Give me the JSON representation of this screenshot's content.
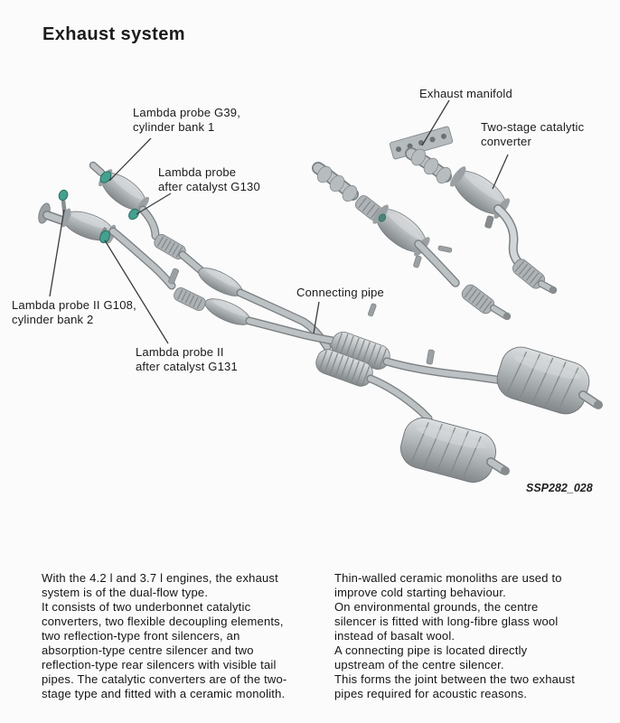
{
  "page": {
    "title": "Exhaust system"
  },
  "figure": {
    "ref": "SSP282_028",
    "labels": {
      "g39": "Lambda probe G39,\ncylinder bank 1",
      "manifold": "Exhaust manifold",
      "two_stage": "Two-stage catalytic\nconverter",
      "g130": "Lambda probe\nafter catalyst G130",
      "g108": "Lambda probe II G108,\ncylinder bank 2",
      "g131": "Lambda probe II\nafter catalyst G131",
      "connecting": "Connecting pipe"
    },
    "colors": {
      "probe_teal": "#44a090",
      "probe_teal_dark": "#2b6e62",
      "metal_light": "#dde0e1",
      "metal_mid": "#b2b7ba",
      "metal_dark": "#82878a",
      "leader_line": "#3c3c3c"
    }
  },
  "body": {
    "left_column": [
      "With the 4.2 l and 3.7 l engines, the exhaust\nsystem is of the dual-flow type.",
      "It consists of two underbonnet catalytic\nconverters, two flexible decoupling elements,\ntwo reflection-type front silencers, an\nabsorption-type centre silencer and two\nreflection-type rear silencers with visible tail\npipes. The catalytic converters are of the two-\nstage type and fitted with a ceramic monolith."
    ],
    "right_column": [
      "Thin-walled ceramic monoliths are used to\nimprove cold starting behaviour.",
      "On environmental grounds, the centre\nsilencer is fitted with long-fibre glass wool\ninstead of basalt wool.",
      "A connecting pipe is located directly\nupstream of the centre silencer.",
      "This forms the joint between the two exhaust\npipes required for acoustic reasons."
    ]
  }
}
